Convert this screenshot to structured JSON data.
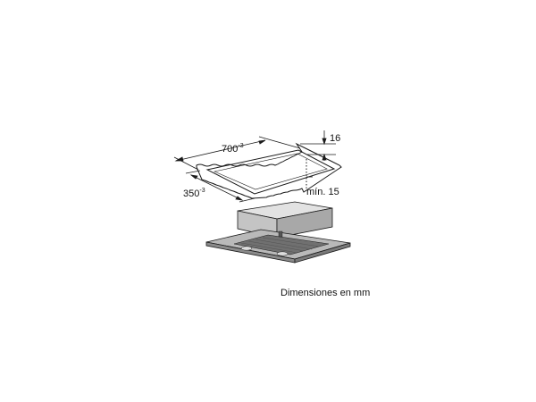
{
  "dimensions": {
    "length": {
      "value": "700",
      "tolerance": "-3"
    },
    "width": {
      "value": "350",
      "tolerance": "-3"
    },
    "frame_height": {
      "value": "16"
    },
    "min_clearance": {
      "value": "mín. 15"
    }
  },
  "caption": "Dimensiones en mm",
  "colors": {
    "line": "#1a1a1a",
    "hood_top": "#d8d8d8",
    "hood_side": "#9a9a9a",
    "hood_front": "#b5b5b5",
    "filter": "#6e6e6e"
  }
}
